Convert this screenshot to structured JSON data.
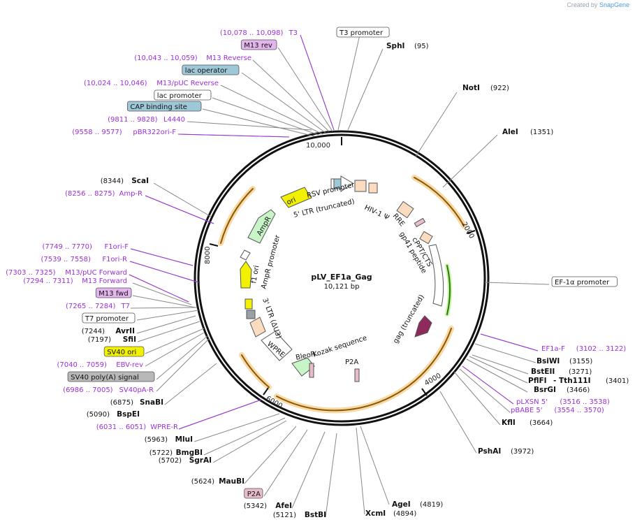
{
  "credit": {
    "prefix": "Created by",
    "brand": "SnapGene"
  },
  "plasmid": {
    "name": "pLV_EF1a_Gag",
    "length": "10,121 bp"
  },
  "ticks": [
    "10,000",
    "2000",
    "4000",
    "6000",
    "8000"
  ],
  "colors": {
    "purple": "#9b30d9",
    "enzyme": "#000000",
    "feature_orange": "#f5a623",
    "ampr_green": "#c8f5c8",
    "ori_yellow": "#f2f200",
    "gag_maroon": "#8e2a5c",
    "wpre_white": "#ffffff",
    "ltr_peach": "#fcdcc0",
    "primer_purple": "#cc55cc",
    "op_blue": "#9ec8d8"
  },
  "left_labels": [
    {
      "coord": "(10,078 .. 10,098)",
      "name": "T3"
    },
    {
      "name": "M13 rev",
      "box": "#e2b5ec"
    },
    {
      "coord": "(10,043 .. 10,059)",
      "name": "M13 Reverse"
    },
    {
      "name": "lac operator",
      "box": "#9ec8d8"
    },
    {
      "coord": "(10,024 .. 10,046)",
      "name": "M13/pUC Reverse"
    },
    {
      "name": "lac promoter",
      "box": "#ffffff"
    },
    {
      "name": "CAP binding site",
      "box": "#9ec8d8"
    },
    {
      "coord": "(9811 .. 9828)",
      "name": "L4440"
    },
    {
      "coord": "(9558 .. 9577)",
      "name": "pBR322ori-F"
    },
    {
      "coord": "(8344)",
      "name": "ScaI",
      "enzyme": true
    },
    {
      "coord": "(8256 .. 8275)",
      "name": "Amp-R"
    },
    {
      "coord": "(7749 .. 7770)",
      "name": "F1ori-F"
    },
    {
      "coord": "(7539 .. 7558)",
      "name": "F1ori-R"
    },
    {
      "coord": "(7303 .. 7325)",
      "name": "M13/pUC Forward"
    },
    {
      "coord": "(7294 .. 7311)",
      "name": "M13 Forward"
    },
    {
      "name": "M13 fwd",
      "box": "#e2b5ec"
    },
    {
      "coord": "(7265 .. 7284)",
      "name": "T7"
    },
    {
      "name": "T7 promoter",
      "box": "#ffffff"
    },
    {
      "coord": "(7244)",
      "name": "AvrII",
      "enzyme": true
    },
    {
      "coord": "(7197)",
      "name": "SfiI",
      "enzyme": true
    },
    {
      "name": "SV40 ori",
      "box": "#f2f200"
    },
    {
      "coord": "(7040 .. 7059)",
      "name": "EBV-rev"
    },
    {
      "name": "SV40 poly(A) signal",
      "box": "#b8b8b8"
    },
    {
      "coord": "(6986 .. 7005)",
      "name": "SV40pA-R"
    },
    {
      "coord": "(6875)",
      "name": "SnaBI",
      "enzyme": true
    },
    {
      "coord": "(6031 .. 6051)",
      "name": "WPRE-R"
    },
    {
      "coord": "(5963)",
      "name": "MluI",
      "enzyme": true
    },
    {
      "coord": "(5722)",
      "name": "BmgBI",
      "enzyme": true
    },
    {
      "coord": "(5702)",
      "name": "SgrAI",
      "enzyme": true
    },
    {
      "coord": "(5624)",
      "name": "MauBI",
      "enzyme": true
    },
    {
      "name": "P2A",
      "box": "#e8bcc8"
    },
    {
      "coord": "(5342)",
      "name": "AfeI",
      "enzyme": true
    },
    {
      "coord": "(5121)",
      "name": "BstBI",
      "enzyme": true
    },
    {
      "coord": "(5090)",
      "name": "BspEI",
      "enzyme": true
    }
  ],
  "right_labels": [
    {
      "name": "T3 promoter",
      "box": "#ffffff"
    },
    {
      "name": "SphI",
      "coord": "(95)",
      "enzyme": true
    },
    {
      "name": "NotI",
      "coord": "(922)",
      "enzyme": true
    },
    {
      "name": "AleI",
      "coord": "(1351)",
      "enzyme": true
    },
    {
      "name": "EF-1α promoter",
      "box": "#ffffff"
    },
    {
      "name": "EF1a-F",
      "coord": "(3102 .. 3122)"
    },
    {
      "name": "BsiWI",
      "coord": "(3155)",
      "enzyme": true
    },
    {
      "name": "BstEII",
      "coord": "(3271)",
      "enzyme": true
    },
    {
      "name": "PflFI",
      "enzyme": true
    },
    {
      "name": "- Tth111I",
      "coord": "(3401)",
      "enzyme": true
    },
    {
      "name": "BsrGI",
      "coord": "(3466)",
      "enzyme": true
    },
    {
      "name": "pLXSN 5'",
      "coord": "(3516 .. 3538)"
    },
    {
      "name": "pBABE 5'",
      "coord": "(3554 .. 3570)"
    },
    {
      "name": "KflI",
      "coord": "(3664)",
      "enzyme": true
    },
    {
      "name": "PshAI",
      "coord": "(3972)",
      "enzyme": true
    },
    {
      "name": "AgeI",
      "coord": "(4819)",
      "enzyme": true
    },
    {
      "name": "XcmI",
      "coord": "(4894)",
      "enzyme": true
    }
  ],
  "inner_labels": [
    "RSV promoter",
    "5' LTR (truncated)",
    "HIV-1 Ψ",
    "RRE",
    "cPPT/CTS",
    "gp41 peptide",
    "gag (truncated)",
    "Kozak sequence",
    "P2A",
    "BleoR",
    "WPRE",
    "3' LTR (ΔU3)",
    "f1 ori",
    "AmpR promoter",
    "AmpR",
    "ori"
  ]
}
